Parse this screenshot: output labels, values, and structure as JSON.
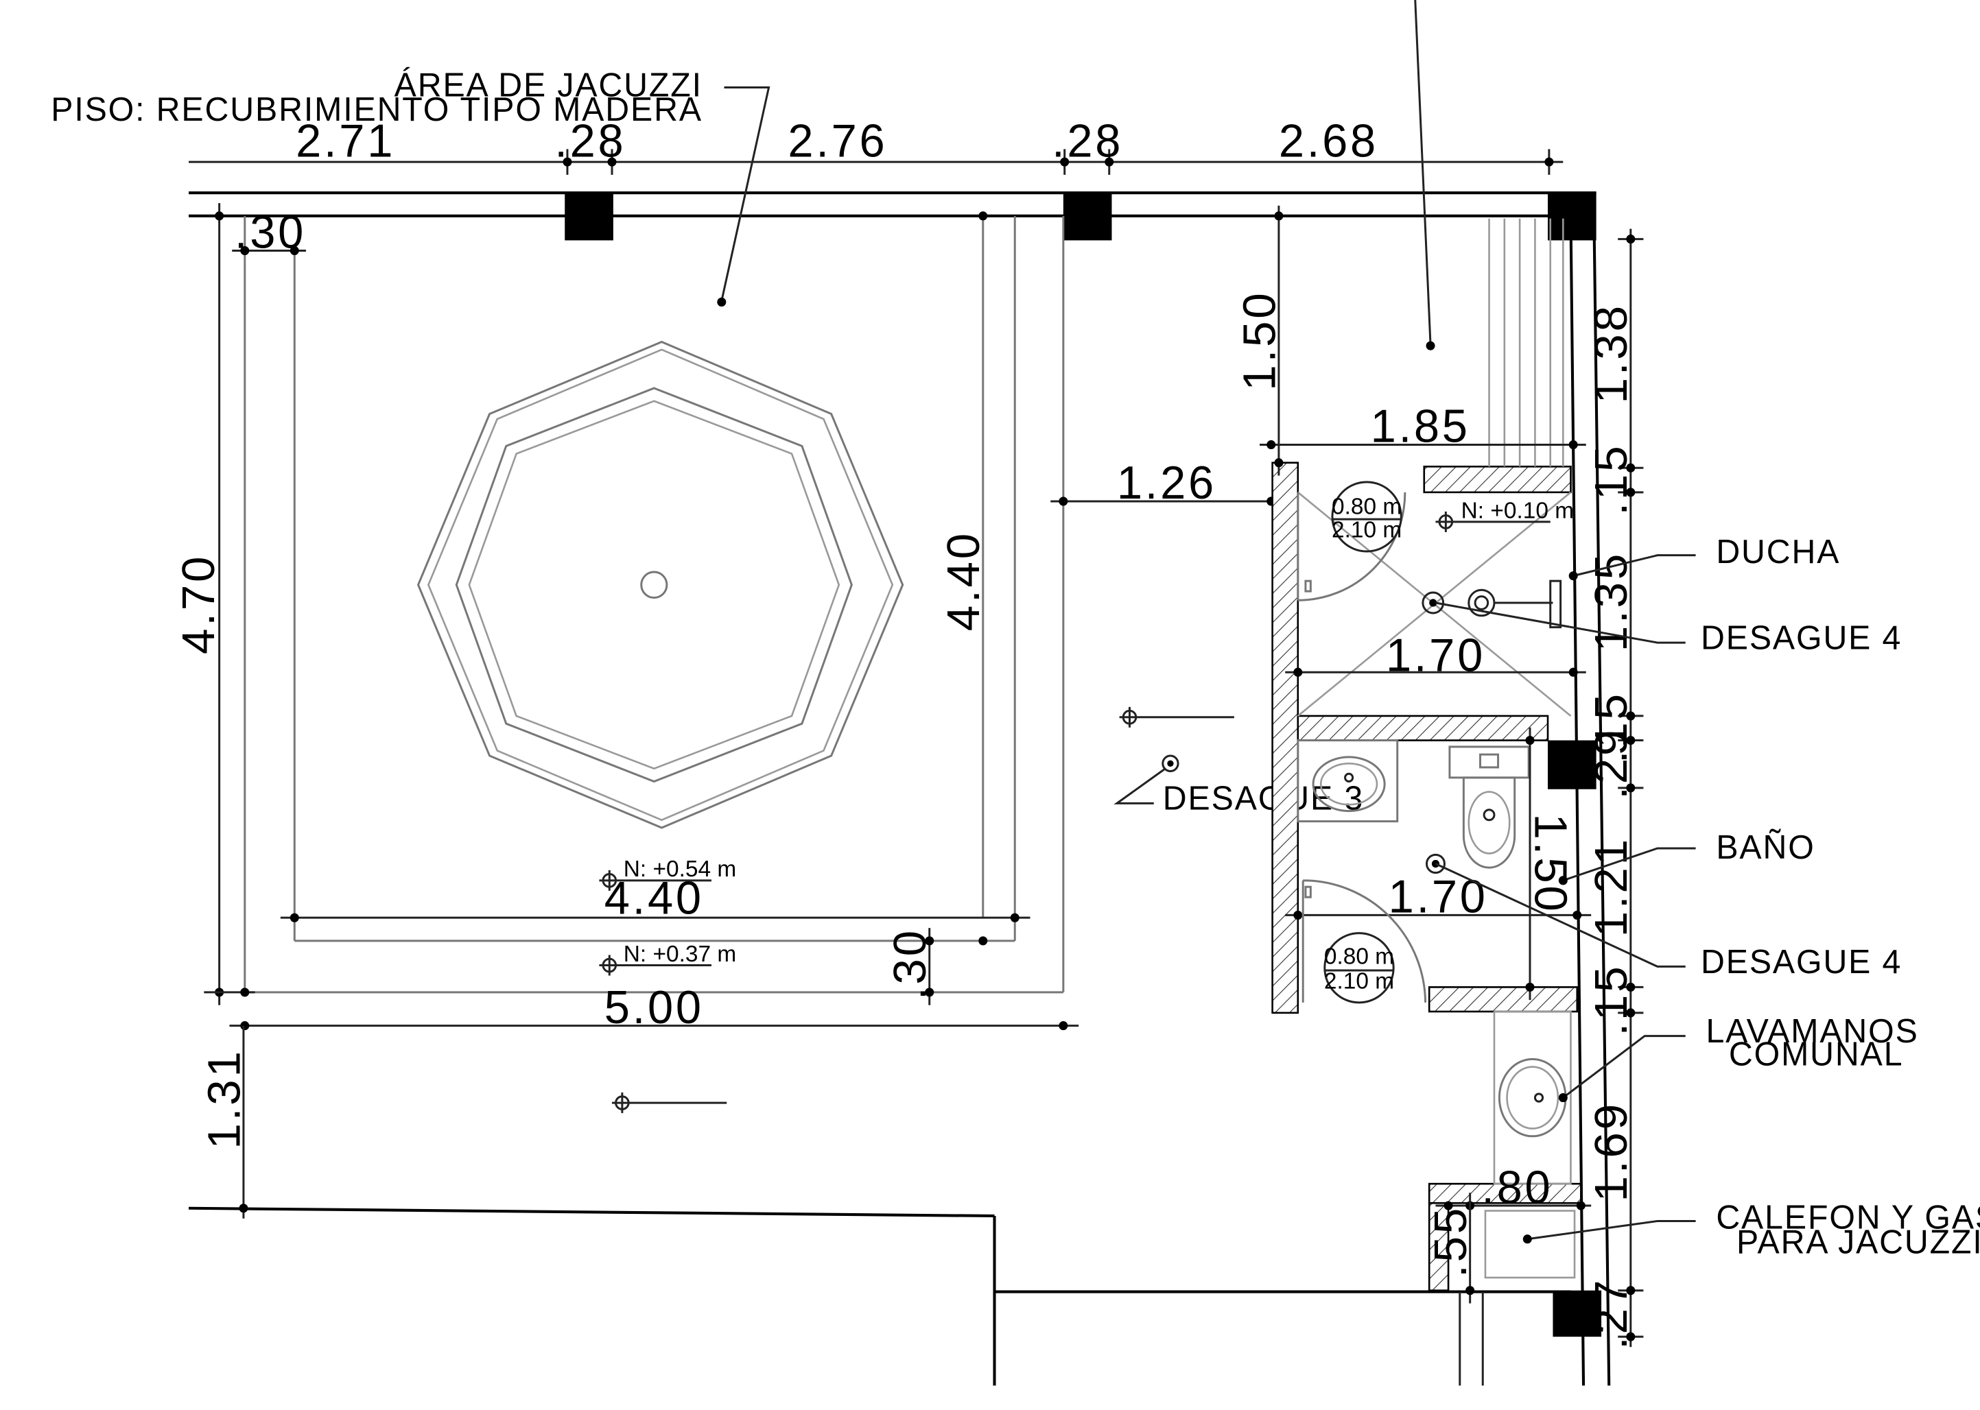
{
  "labels": {
    "jacuzzi_area": "ÁREA DE JACUZZI",
    "jacuzzi_floor": "PISO: RECUBRIMIENTO TIPO MADERA",
    "ducha": "DUCHA",
    "desague4_a": "DESAGUE 4",
    "desague3": "DESAGUE 3",
    "bano": "BAÑO",
    "desague4_b": "DESAGUE 4",
    "lavamanos_1": "LAVAMANOS",
    "lavamanos_2": "COMUNAL",
    "calefon_1": "CALEFON Y GAS",
    "calefon_2": "PARA JACUZZI"
  },
  "levels": {
    "shower": "N: +0.10 m",
    "jacuzzi_top": "N: +0.54 m",
    "jacuzzi_step": "N: +0.37 m"
  },
  "doors": {
    "shower_door_w": "0.80 m",
    "shower_door_h": "2.10 m",
    "bath_door_w": "0.80 m",
    "bath_door_h": "2.10 m"
  },
  "dimensions": {
    "top_1": "2.71",
    "top_2": ".28",
    "top_3": "2.76",
    "top_4": ".28",
    "top_5": "2.68",
    "inner_30_top": ".30",
    "left_470": "4.70",
    "right_440": "4.40",
    "bottom_440": "4.40",
    "bottom_500": "5.00",
    "inner_30_bottom": ".30",
    "left_131": "1.31",
    "v_150_top": "1.50",
    "h_185": "1.85",
    "h_126": "1.26",
    "h_170_a": "1.70",
    "h_170_b": "1.70",
    "v_150_bath": "1.50",
    "h_80": ".80",
    "v_55": ".55",
    "r_138": "1.38",
    "r_15_a": ".15",
    "r_135": "1.35",
    "r_15_b": ".15",
    "r_29": ".29",
    "r_121": "1.21",
    "r_15_c": ".15",
    "r_169": "1.69",
    "r_27": ".27"
  }
}
